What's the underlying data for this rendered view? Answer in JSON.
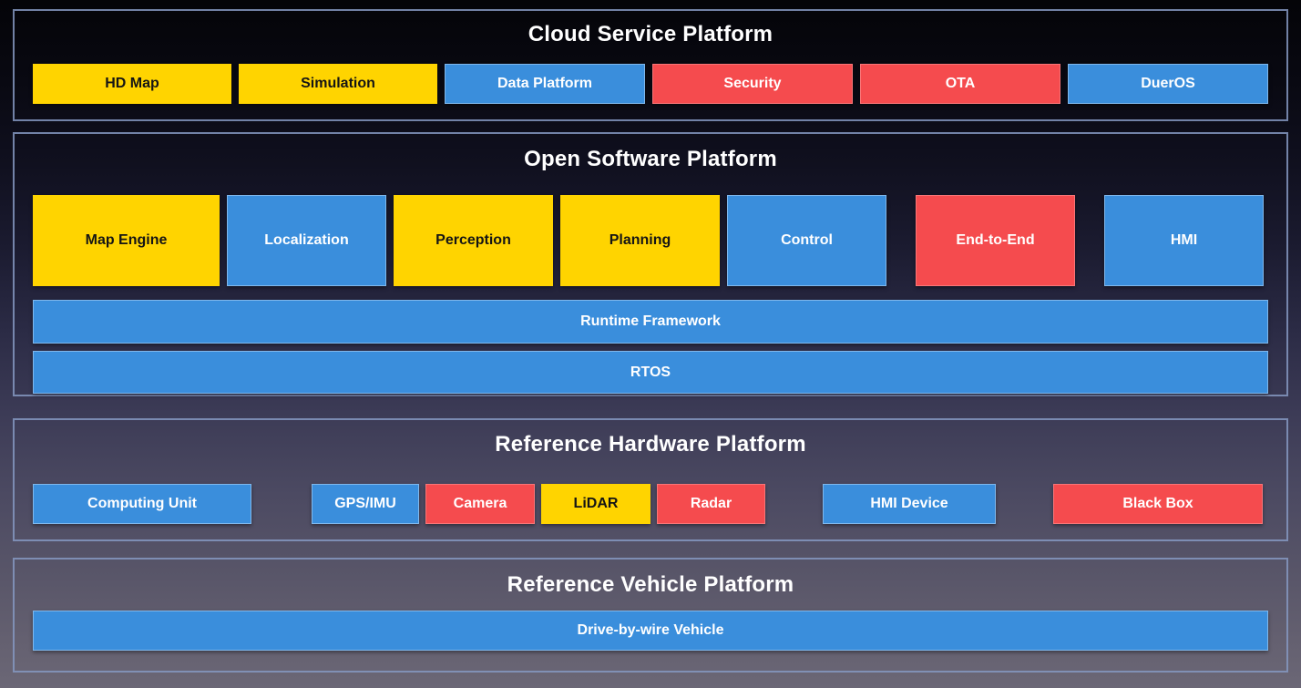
{
  "diagram": {
    "colors": {
      "yellow": "#FFD400",
      "blue": "#3A8EDC",
      "red": "#F54B4E",
      "frame_border": "#8598C1",
      "background_top": "#040408",
      "background_bottom": "#6B6776",
      "dark_text": "#151515",
      "light_text": "#FFFFFF"
    },
    "sections": [
      {
        "title": "Cloud Service Platform",
        "boxes": [
          {
            "label": "HD Map",
            "color": "yellow"
          },
          {
            "label": "Simulation",
            "color": "yellow"
          },
          {
            "label": "Data Platform",
            "color": "blue"
          },
          {
            "label": "Security",
            "color": "red"
          },
          {
            "label": "OTA",
            "color": "red"
          },
          {
            "label": "DuerOS",
            "color": "blue"
          }
        ]
      },
      {
        "title": "Open Software Platform",
        "modules": [
          {
            "label": "Map Engine",
            "color": "yellow"
          },
          {
            "label": "Localization",
            "color": "blue"
          },
          {
            "label": "Perception",
            "color": "yellow"
          },
          {
            "label": "Planning",
            "color": "yellow"
          },
          {
            "label": "Control",
            "color": "blue"
          },
          {
            "label": "End-to-End",
            "color": "red"
          },
          {
            "label": "HMI",
            "color": "blue"
          }
        ],
        "bars": [
          {
            "label": "Runtime Framework",
            "color": "blue"
          },
          {
            "label": "RTOS",
            "color": "blue"
          }
        ]
      },
      {
        "title": "Reference Hardware Platform",
        "boxes": [
          {
            "label": "Computing Unit",
            "color": "blue"
          },
          {
            "label": "GPS/IMU",
            "color": "blue"
          },
          {
            "label": "Camera",
            "color": "red"
          },
          {
            "label": "LiDAR",
            "color": "yellow"
          },
          {
            "label": "Radar",
            "color": "red"
          },
          {
            "label": "HMI Device",
            "color": "blue"
          },
          {
            "label": "Black Box",
            "color": "red"
          }
        ]
      },
      {
        "title": "Reference Vehicle Platform",
        "bars": [
          {
            "label": "Drive-by-wire Vehicle",
            "color": "blue"
          }
        ]
      }
    ]
  }
}
